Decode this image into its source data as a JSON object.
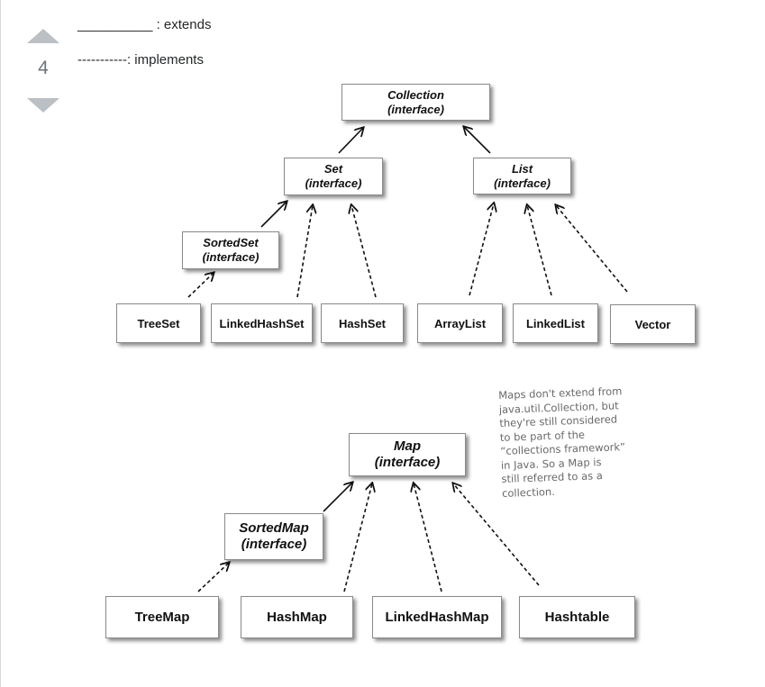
{
  "vote": {
    "count": "4"
  },
  "legend": {
    "extends": "__________ : extends",
    "implements": "-----------: implements"
  },
  "collection_diagram": {
    "collection": {
      "name": "Collection",
      "kind": "(interface)"
    },
    "set": {
      "name": "Set",
      "kind": "(interface)"
    },
    "list": {
      "name": "List",
      "kind": "(interface)"
    },
    "sorted_set": {
      "name": "SortedSet",
      "kind": "(interface)"
    },
    "classes": [
      "TreeSet",
      "LinkedHashSet",
      "HashSet",
      "ArrayList",
      "LinkedList",
      "Vector"
    ]
  },
  "map_diagram": {
    "map": {
      "name": "Map",
      "kind": "(interface)"
    },
    "sorted_map": {
      "name": "SortedMap",
      "kind": "(interface)"
    },
    "classes": [
      "TreeMap",
      "HashMap",
      "LinkedHashMap",
      "Hashtable"
    ]
  },
  "note": {
    "lines": [
      "Maps don't extend from",
      "java.util.Collection, but",
      "they're still considered",
      "to be part of the",
      "“collections framework”",
      "in Java. So a Map is",
      "still referred to as a",
      "collection."
    ]
  },
  "colors": {
    "vote_arrow": "#bbc0c4",
    "vote_count": "#6a737c",
    "box_border": "#8a8a8a"
  }
}
